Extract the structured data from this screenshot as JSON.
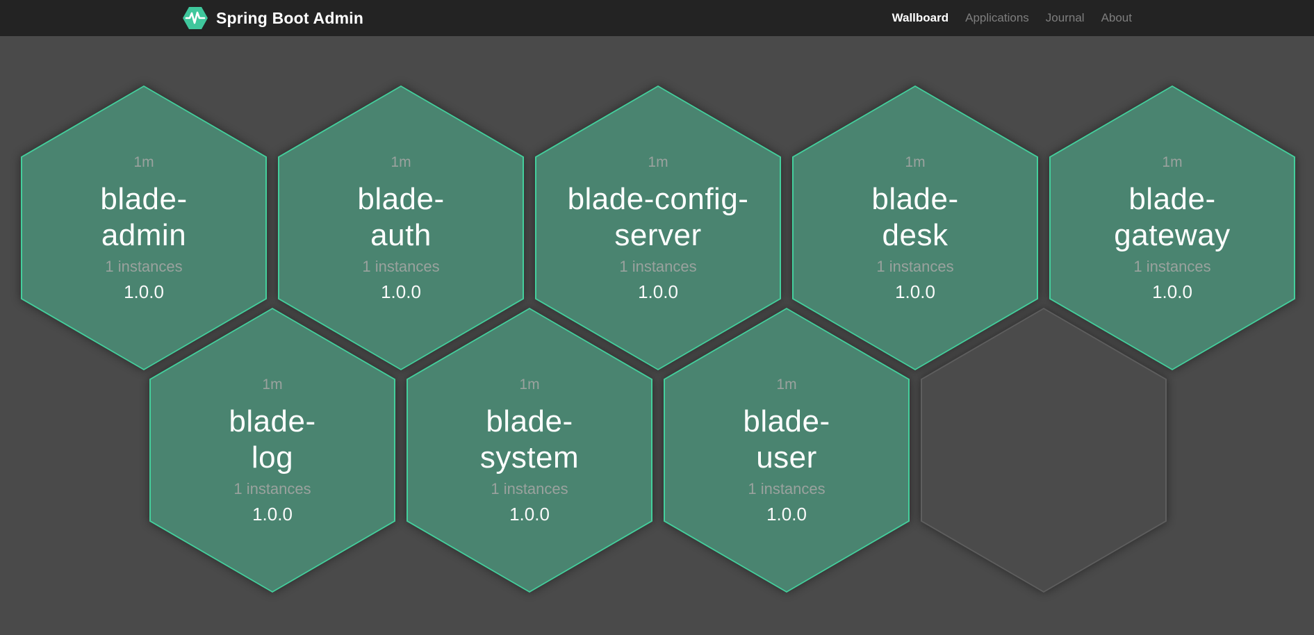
{
  "header": {
    "brand": {
      "title": "Spring Boot Admin",
      "logo": "hexagon-pulse-icon"
    },
    "nav": [
      {
        "label": "Wallboard",
        "active": true
      },
      {
        "label": "Applications",
        "active": false
      },
      {
        "label": "Journal",
        "active": false
      },
      {
        "label": "About",
        "active": false
      }
    ]
  },
  "wallboard": {
    "applications": [
      {
        "name": "blade-\nadmin",
        "uptime": "1m",
        "instances": "1 instances",
        "version": "1.0.0",
        "status": "UP"
      },
      {
        "name": "blade-\nauth",
        "uptime": "1m",
        "instances": "1 instances",
        "version": "1.0.0",
        "status": "UP"
      },
      {
        "name": "blade-config-\nserver",
        "uptime": "1m",
        "instances": "1 instances",
        "version": "1.0.0",
        "status": "UP"
      },
      {
        "name": "blade-\ndesk",
        "uptime": "1m",
        "instances": "1 instances",
        "version": "1.0.0",
        "status": "UP"
      },
      {
        "name": "blade-\ngateway",
        "uptime": "1m",
        "instances": "1 instances",
        "version": "1.0.0",
        "status": "UP"
      },
      {
        "name": "blade-\nlog",
        "uptime": "1m",
        "instances": "1 instances",
        "version": "1.0.0",
        "status": "UP"
      },
      {
        "name": "blade-\nsystem",
        "uptime": "1m",
        "instances": "1 instances",
        "version": "1.0.0",
        "status": "UP"
      },
      {
        "name": "blade-\nuser",
        "uptime": "1m",
        "instances": "1 instances",
        "version": "1.0.0",
        "status": "UP"
      }
    ],
    "empty_slots": 1
  },
  "colors": {
    "header_bg": "#232323",
    "page_bg": "#4a4a4a",
    "brand_green": "#3fc79c",
    "hex_up_fill": "#4a8470",
    "hex_up_border": "#44cf9c",
    "hex_empty_fill": "#4b4b4b",
    "hex_empty_border": "#5e5e5e",
    "text_primary": "#ffffff",
    "text_secondary": "#9aa29e",
    "nav_inactive": "#7e7e7e"
  }
}
